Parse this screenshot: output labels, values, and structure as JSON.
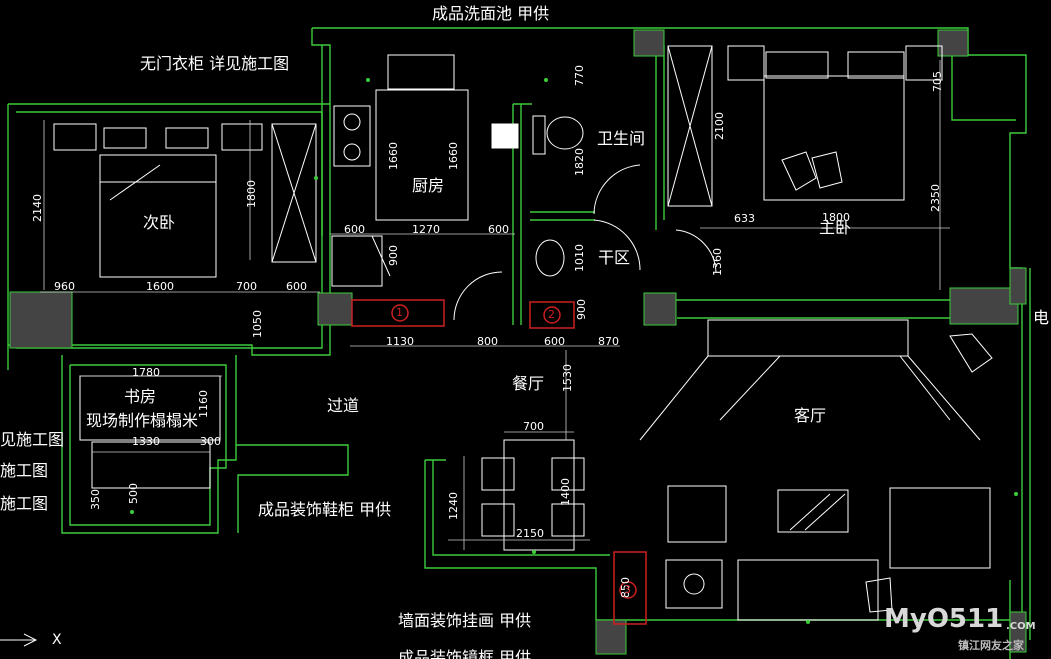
{
  "colors": {
    "background": "#000000",
    "wall": "#3a3a3a",
    "wall_outline": "#3ccc3c",
    "furniture": "#ffffff",
    "dimension": "#d0d0d0",
    "marker": "#cc2020",
    "watermark": "#d8d8d8"
  },
  "rooms": {
    "second_bedroom": "次卧",
    "kitchen": "厨房",
    "bathroom": "卫生间",
    "dry_area": "干区",
    "master_bedroom": "主卧",
    "study": "书房",
    "study_note": "现场制作榻榻米",
    "corridor": "过道",
    "dining": "餐厅",
    "living": "客厅"
  },
  "notes": {
    "wash_basin": "成品洗面池 甲供",
    "wardrobe": "无门衣柜 详见施工图",
    "shoe_cabinet": "成品装饰鞋柜 甲供",
    "wall_painting": "墙面装饰挂画 甲供",
    "bottom_cut": "成品装饰镜框 甲供",
    "left_cut_1": "见施工图",
    "left_cut_2": "施工图",
    "left_cut_3": "施工图",
    "right_cut": "电"
  },
  "dimensions": {
    "d2140": "2140",
    "d1800": "1800",
    "d960": "960",
    "d1600a": "1600",
    "d700a": "700",
    "d600a": "600",
    "d1050": "1050",
    "d1660a": "1660",
    "d1660b": "1660",
    "d600b": "600",
    "d1270": "1270",
    "d600c": "600",
    "d900": "900",
    "d770": "770",
    "d1820": "1820",
    "d1010": "1010",
    "d900b": "900",
    "d2100": "2100",
    "d705": "705",
    "d633": "633",
    "d1800b": "1800",
    "d2350": "2350",
    "d1360": "1360",
    "d1130": "1130",
    "d800": "800",
    "d600d": "600",
    "d870": "870",
    "d1780": "1780",
    "d1160": "1160",
    "d1330": "1330",
    "d300": "300",
    "d350": "350",
    "d500": "500",
    "d1530": "1530",
    "d700b": "700",
    "d1240": "1240",
    "d1400": "1400",
    "d2150": "2150",
    "d850": "850"
  },
  "markers": {
    "m1": "1",
    "m2": "2",
    "m3": "3"
  },
  "axis": {
    "x_label": "X"
  },
  "watermark": {
    "main": "MyO511",
    "sub": "镇江网友之家",
    "tld": ".COM"
  }
}
